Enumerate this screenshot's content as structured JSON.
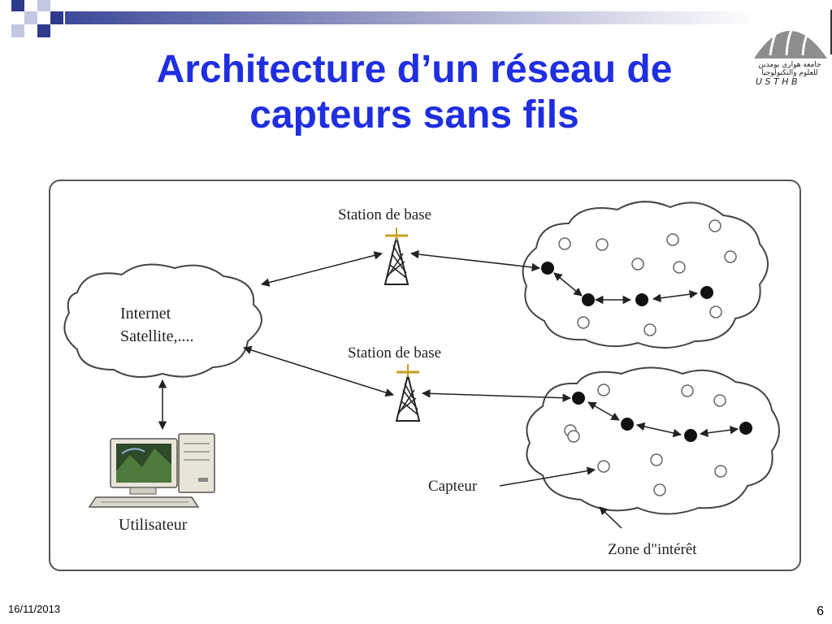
{
  "slide": {
    "title_line1": "Architecture d’un réseau de",
    "title_line2": "capteurs sans fils",
    "date": "16/11/2013",
    "page_number": "6",
    "title_color": "#1f2ee0"
  },
  "logo": {
    "arabic_line1": "جامعة هواري بومدين",
    "arabic_line2": "للعلوم والتكنولوجيا",
    "latin": "U S T H B"
  },
  "diagram": {
    "station_top_label": "Station de base",
    "station_bottom_label": "Station de base",
    "cloud_line1": "Internet",
    "cloud_line2": "Satellite,....",
    "user_label": "Utilisateur",
    "sensor_label": "Capteur",
    "zone_label": "Zone d\"intérêt"
  }
}
